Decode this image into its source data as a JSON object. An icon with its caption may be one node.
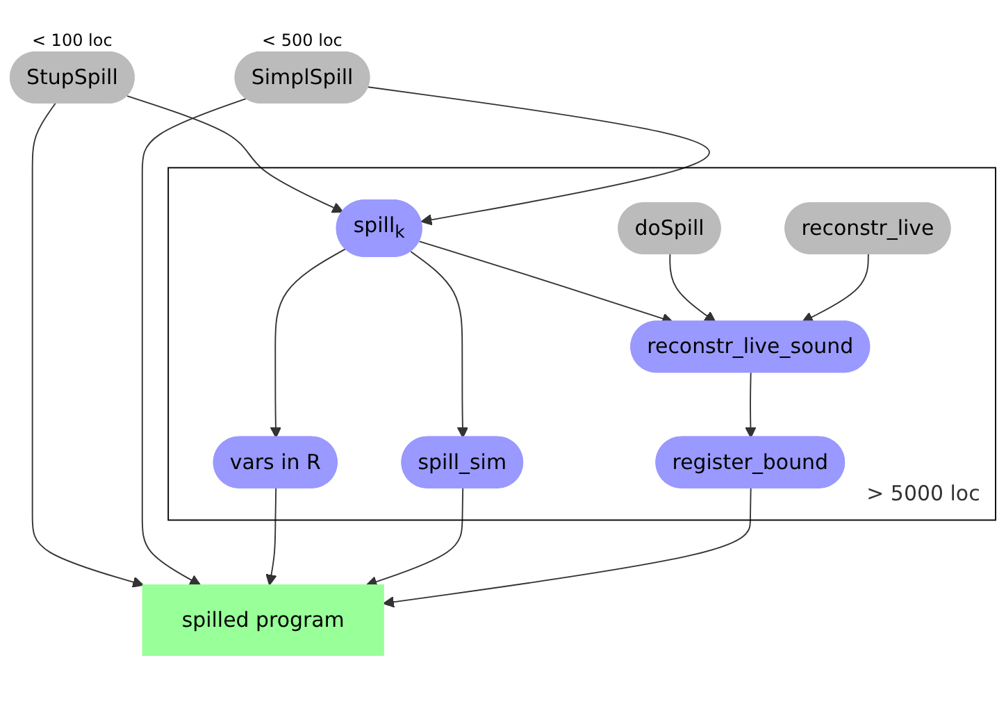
{
  "diagram": {
    "nodes": [
      {
        "text": [
          "> 5000 loc"
        ]
      },
      {
        "text": [
          "spill$_{k}$"
        ],
        "in": 0
      },
      {
        "text": [
          "doSpill"
        ],
        "in": 0
      },
      {
        "text": [
          "reconstr_live"
        ],
        "in": 0
      },
      {
        "text": [
          "reconstr_live_sound"
        ],
        "in": 0
      },
      {
        "text": [
          "vars in R"
        ],
        "in": 0
      },
      {
        "text": [
          "spill_sim"
        ],
        "in": 0
      },
      {
        "text": [
          "register_bound"
        ],
        "in": 0
      },
      {
        "text": [
          "StupSpill"
        ],
        "beside": [
          "< 100 loc"
        ]
      },
      {
        "text": [
          "SimplSpill"
        ],
        "beside": [
          "< 500 loc"
        ]
      },
      {
        "text": [
          "spilled program"
        ]
      }
    ],
    "edges": [
      {
        "from": 8,
        "to": 1,
        "arrow": "to"
      },
      {
        "from": 9,
        "to": 1,
        "arrow": "to"
      },
      {
        "from": 1,
        "to": 5,
        "arrow": "to"
      },
      {
        "from": 1,
        "to": 6,
        "arrow": "to"
      },
      {
        "from": 1,
        "to": 4,
        "arrow": "to"
      },
      {
        "from": 2,
        "to": 4,
        "arrow": "to"
      },
      {
        "from": 3,
        "to": 4,
        "arrow": "to"
      },
      {
        "from": 4,
        "to": 7,
        "arrow": "to"
      },
      {
        "from": 8,
        "to": 10,
        "arrow": "to"
      },
      {
        "from": 9,
        "to": 10,
        "arrow": "to"
      },
      {
        "from": 5,
        "to": 10,
        "arrow": "to"
      },
      {
        "from": 6,
        "to": 10,
        "arrow": "to"
      },
      {
        "from": 7,
        "to": 10,
        "arrow": "to"
      }
    ]
  }
}
